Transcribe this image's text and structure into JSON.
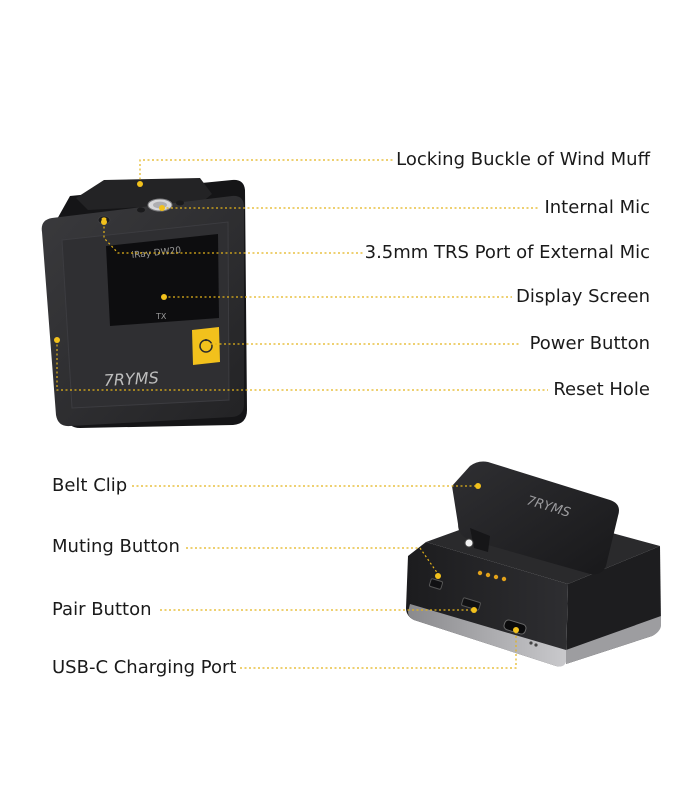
{
  "device": {
    "model_text": "iRay DW20",
    "tx_text": "TX",
    "brand_text": "7RYMS"
  },
  "colors": {
    "accent": "#f2c11c",
    "leader": "#e3b31a",
    "body": "#2b2b2d",
    "body_edge": "#1b1b1d",
    "screen": "#0e0e10"
  },
  "top_callouts": [
    {
      "label": "Locking Buckle of Wind Muff"
    },
    {
      "label": "Internal Mic"
    },
    {
      "label": "3.5mm TRS Port of External Mic"
    },
    {
      "label": "Display Screen"
    },
    {
      "label": "Power Button"
    },
    {
      "label": "Reset Hole"
    }
  ],
  "bottom_callouts": [
    {
      "label": "Belt Clip"
    },
    {
      "label": "Muting Button"
    },
    {
      "label": "Pair Button"
    },
    {
      "label": "USB-C Charging Port"
    }
  ]
}
